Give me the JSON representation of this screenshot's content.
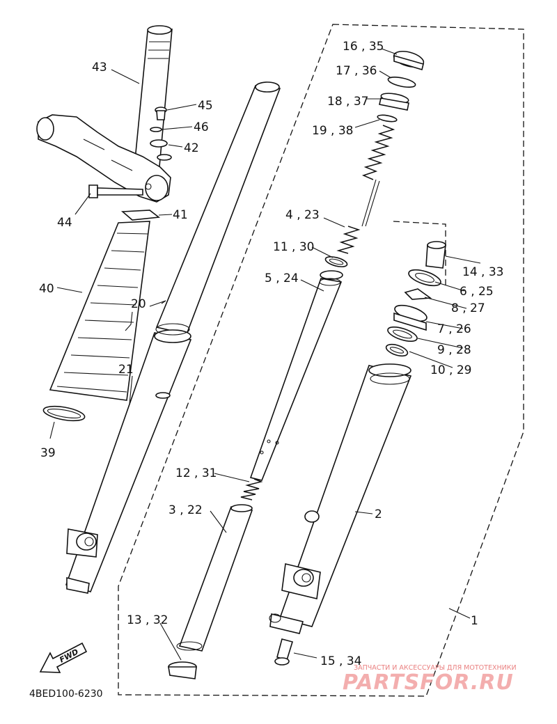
{
  "diagram": {
    "part_labels": [
      "1",
      "2",
      "3 , 22",
      "4 , 23",
      "5 , 24",
      "6 , 25",
      "7 , 26",
      "8 , 27",
      "9 , 28",
      "10 , 29",
      "11 , 30",
      "12 , 31",
      "13 , 32",
      "14 , 33",
      "15 , 34",
      "16 , 35",
      "17 , 36",
      "18 , 37",
      "19 , 38",
      "20",
      "21",
      "39",
      "40",
      "41",
      "42",
      "43",
      "44",
      "45",
      "46"
    ],
    "direction_label": "FWD",
    "diagram_code": "4BED100-6230"
  },
  "watermark": {
    "tagline": "ЗАПЧАСТИ И АКСЕССУАРЫ ДЛЯ МОТОТЕХНИКИ",
    "brand": "PARTSFOR.RU"
  }
}
